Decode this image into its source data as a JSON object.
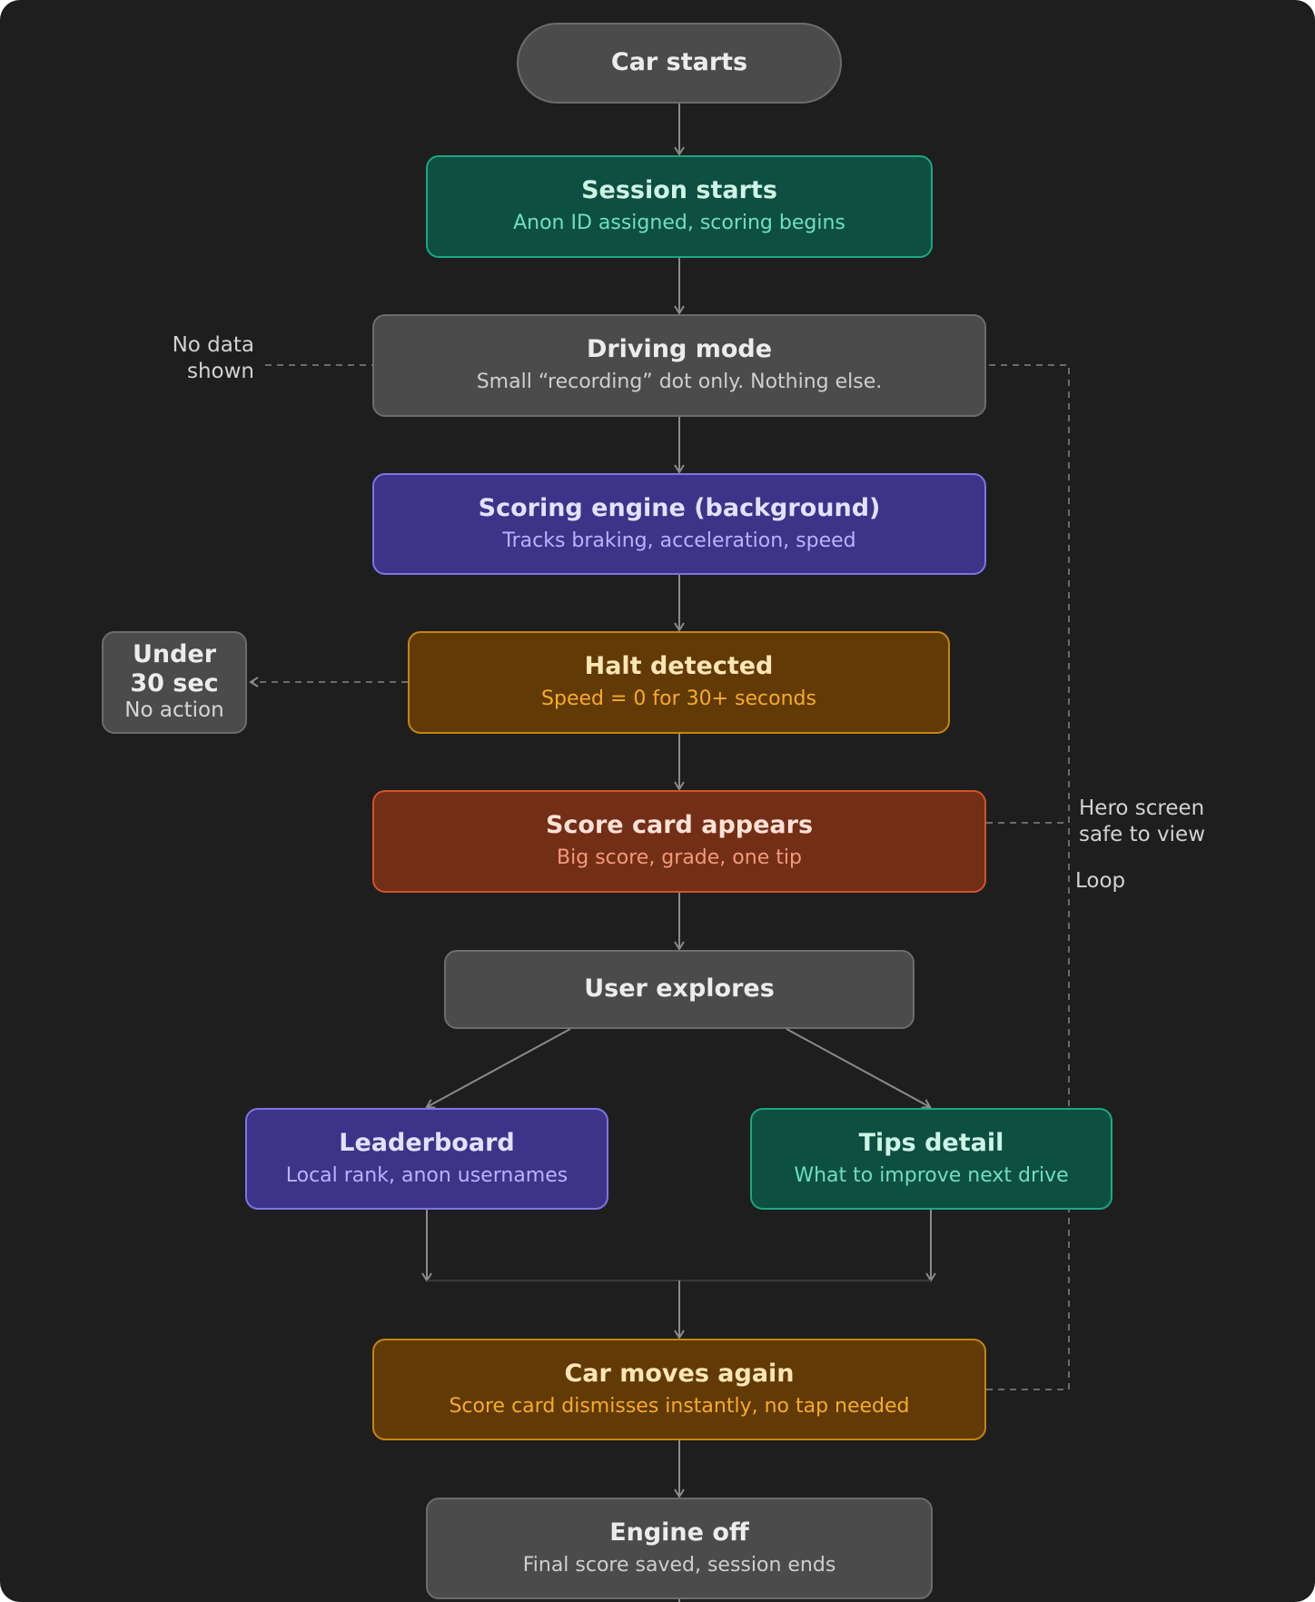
{
  "colors": {
    "background": "#1e1e1e",
    "line": "#8a8a8a",
    "gray_node": "#4b4b4b",
    "green_node": "#0d4f41",
    "purple_node": "#3d3388",
    "amber_node": "#623a06",
    "red_node": "#732e16"
  },
  "nodes": {
    "car_starts": {
      "title": "Car starts"
    },
    "session_starts": {
      "title": "Session starts",
      "subtitle": "Anon ID assigned, scoring begins"
    },
    "driving_mode": {
      "title": "Driving mode",
      "subtitle": "Small “recording” dot only. Nothing else."
    },
    "scoring_engine": {
      "title": "Scoring engine (background)",
      "subtitle": "Tracks braking, acceleration, speed"
    },
    "halt_detected": {
      "title": "Halt detected",
      "subtitle": "Speed = 0 for 30+ seconds"
    },
    "under_30": {
      "line1": "Under",
      "line2": "30 sec",
      "subtitle": "No action"
    },
    "score_card": {
      "title": "Score card appears",
      "subtitle": "Big score, grade, one tip"
    },
    "user_explores": {
      "title": "User explores"
    },
    "leaderboard": {
      "title": "Leaderboard",
      "subtitle": "Local rank, anon usernames"
    },
    "tips_detail": {
      "title": "Tips detail",
      "subtitle": "What to improve next drive"
    },
    "car_moves": {
      "title": "Car moves again",
      "subtitle": "Score card dismisses instantly, no tap needed"
    },
    "engine_off": {
      "title": "Engine off",
      "subtitle": "Final score saved, session ends"
    }
  },
  "annotations": {
    "no_data": {
      "line1": "No data",
      "line2": "shown"
    },
    "hero_screen": {
      "line1": "Hero screen",
      "line2": "safe to view"
    },
    "loop": "Loop"
  }
}
